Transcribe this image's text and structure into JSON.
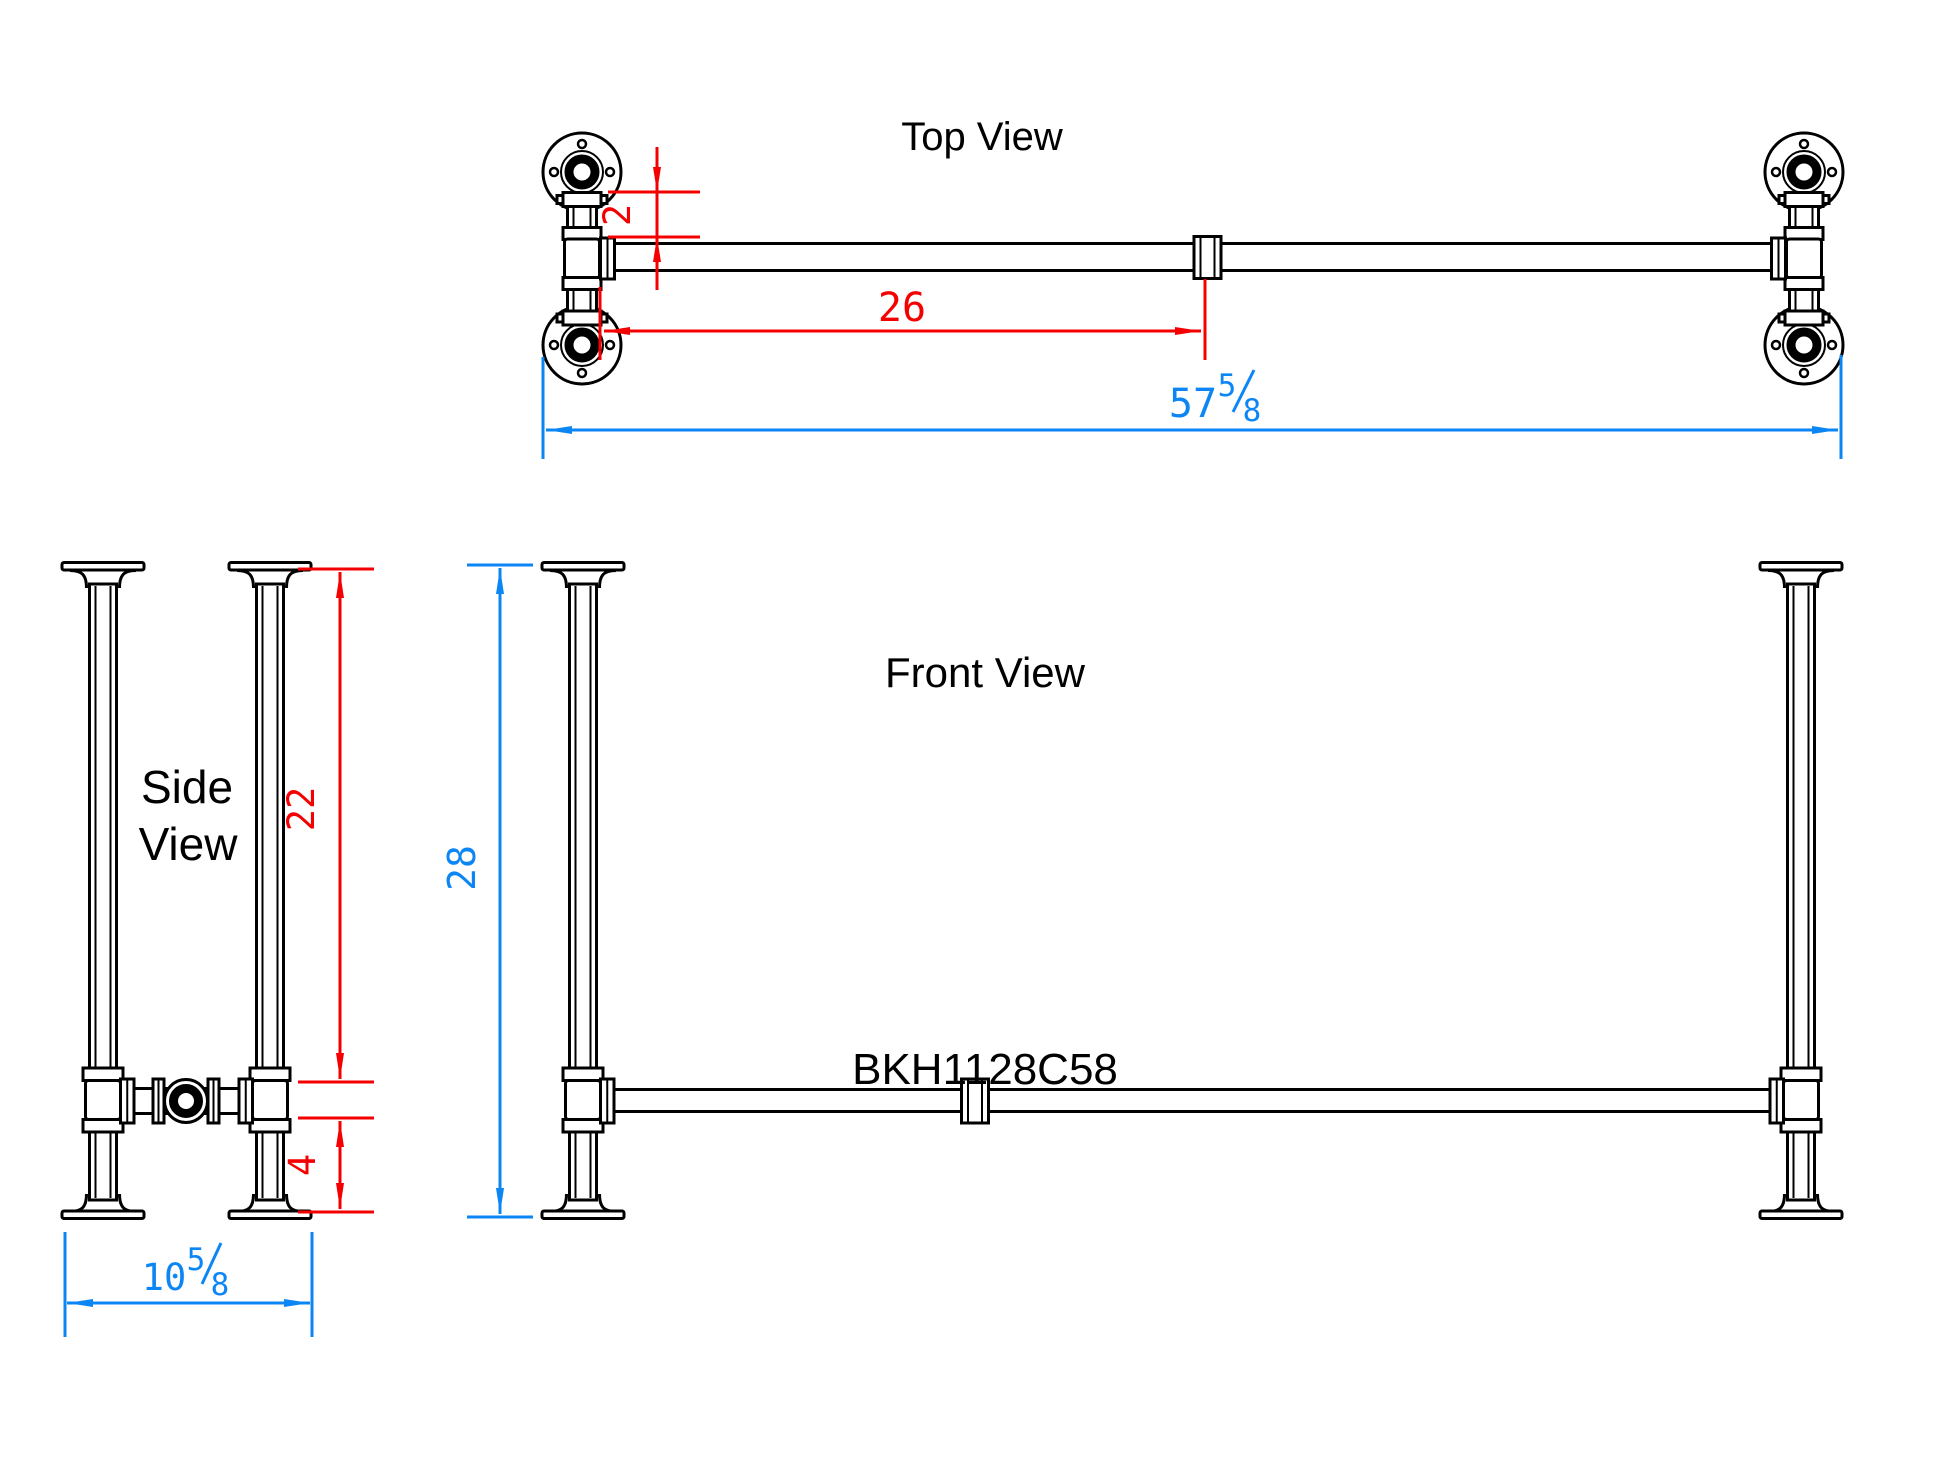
{
  "colors": {
    "black": "#000000",
    "red": "#f50000",
    "blue": "#0d86f5",
    "background": "#ffffff"
  },
  "titles": {
    "top_view": "Top View",
    "front_view": "Front View",
    "side_view_line1": "Side",
    "side_view_line2": "View"
  },
  "part_number": "BKH1128C58",
  "dimensions": {
    "top_view": {
      "flange_to_bar_offset": "2",
      "bar_segment_length": "26",
      "overall_width": {
        "whole": "57",
        "numerator": "5",
        "denominator": "8"
      }
    },
    "side_view": {
      "upper_leg_height": "22",
      "lower_leg_height": "4",
      "depth": {
        "whole": "10",
        "numerator": "5",
        "denominator": "8"
      }
    },
    "front_view": {
      "overall_height": "28"
    }
  }
}
